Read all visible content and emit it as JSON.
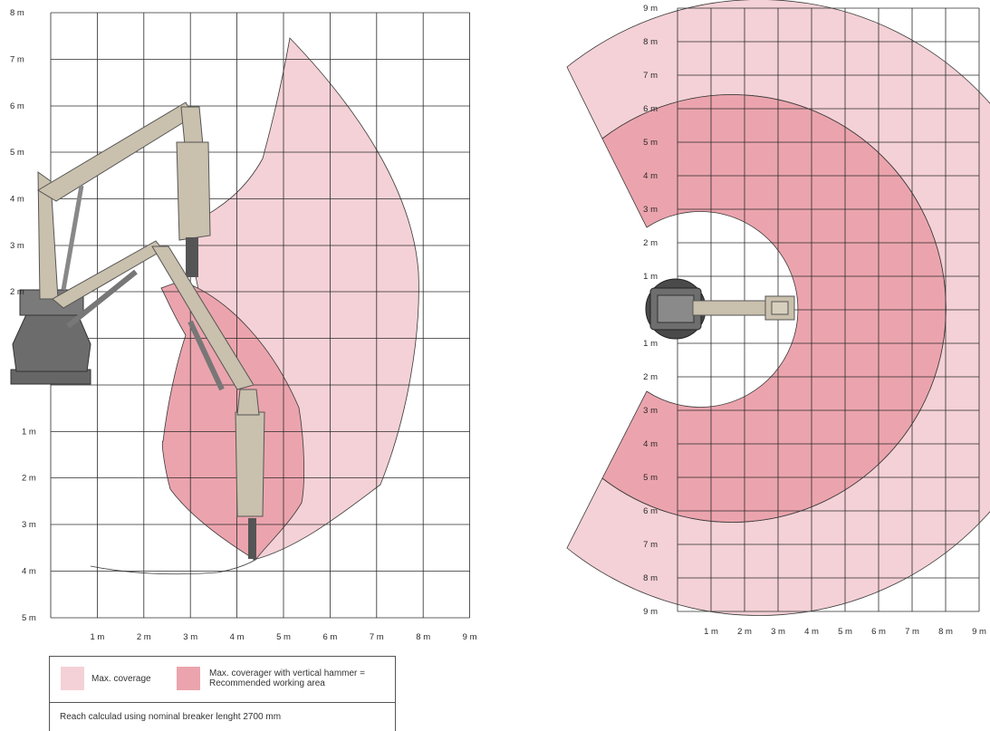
{
  "colors": {
    "max_coverage": "#f4d1d6",
    "working_area": "#eba4ad",
    "grid": "#2b2b2b",
    "machine": "#c9c0ad",
    "machine_dark": "#555555"
  },
  "side_view": {
    "y_labels_up": [
      "8 m",
      "7 m",
      "6 m",
      "5 m",
      "4 m",
      "3 m",
      "2 m"
    ],
    "y_labels_down": [
      "1 m",
      "2 m",
      "3 m",
      "4 m",
      "5 m"
    ],
    "x_labels": [
      "1 m",
      "2 m",
      "3 m",
      "4 m",
      "5 m",
      "6 m",
      "7 m",
      "8 m",
      "9 m"
    ]
  },
  "top_view": {
    "y_labels_up": [
      "9 m",
      "8 m",
      "7 m",
      "6 m",
      "5 m",
      "4 m",
      "3 m",
      "2 m",
      "1 m"
    ],
    "y_labels_down": [
      "1 m",
      "2 m",
      "3 m",
      "4 m",
      "5 m",
      "6 m",
      "7 m",
      "8 m",
      "9 m"
    ],
    "x_labels": [
      "1 m",
      "2 m",
      "3 m",
      "4 m",
      "5 m",
      "6 m",
      "7 m",
      "8 m",
      "9 m"
    ]
  },
  "legend": {
    "max_coverage": "Max. coverage",
    "working_line1": "Max. coverager with vertical hammer =",
    "working_line2": "Recommended working area",
    "note": "Reach calculad using nominal breaker lenght 2700 mm"
  }
}
